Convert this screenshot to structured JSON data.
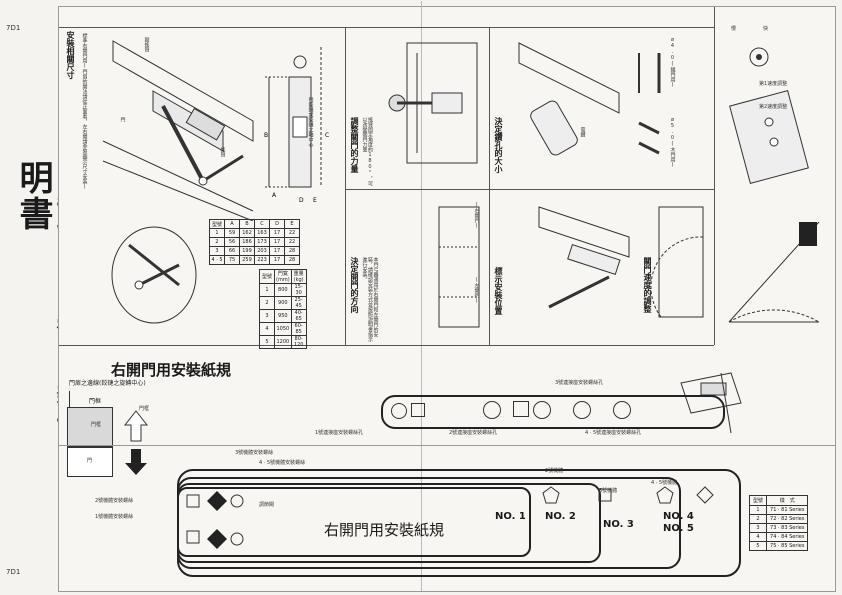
{
  "page_code_top": "7D1",
  "page_code_bottom": "7D1",
  "main_title": "自動門弓器安裝說明書",
  "sections": {
    "install_size": "安裝相關尺寸",
    "install_size_note": "標準右開門用(門扇的開法請從正面看，左右開請參照圖示尺寸安裝)",
    "direction": "決定開門的方向",
    "direction_note": "本門弓器適用於右開門和左開門的安裝，請確認安裝方式並按照說明書指示進行安裝。",
    "power": "調整關門的力量",
    "power_note": "搖臂固定角度約180°，可以改變關門力量",
    "hole": "決定鑽孔的大小",
    "position": "標示安裝位置",
    "speed": "關門速度的調整"
  },
  "labels": {
    "arm": "副搖臂",
    "main_arm": "搖臂",
    "body": "本體",
    "door_frame": "門框",
    "door": "門",
    "hinge_center": "門鉸鏈或鉸鏈之軸中心",
    "adjust_arm": "調整搖臂",
    "drill": "電鑽",
    "bit_small": "ø4.0(鐵門用)",
    "bit_large": "ø5.0(木門用)",
    "speed1": "第1速度調整",
    "speed2": "第2速度調整",
    "latch": "關門",
    "slow": "慢",
    "fast": "快",
    "right_door": "(右開門)",
    "left_door": "(左開門)"
  },
  "spec_table": {
    "headers": [
      "型號",
      "A",
      "B",
      "C",
      "D",
      "E"
    ],
    "rows": [
      [
        "1",
        "59",
        "162",
        "163",
        "17",
        "22"
      ],
      [
        "2",
        "56",
        "186",
        "173",
        "17",
        "22"
      ],
      [
        "3",
        "66",
        "199",
        "203",
        "17",
        "28"
      ],
      [
        "4 · 5",
        "75",
        "259",
        "223",
        "17",
        "28"
      ]
    ]
  },
  "weight_table": {
    "headers": [
      "型號",
      "門寬(mm)",
      "重量(kg)"
    ],
    "rows": [
      [
        "1",
        "800",
        "15-30"
      ],
      [
        "2",
        "900",
        "25-45"
      ],
      [
        "3",
        "950",
        "40-65"
      ],
      [
        "4",
        "1050",
        "60-85"
      ],
      [
        "5",
        "1200",
        "80-120"
      ]
    ]
  },
  "template": {
    "heading": "右開門用安裝紙規",
    "hinge_center_line": "門扉之邊線(鉸鏈之旋轉中心)",
    "frame": "門框",
    "door_frame_label": "門框",
    "door": "門",
    "bracket_3": "3號連接座安裝螺絲孔",
    "bracket_1": "1號連接座安裝螺絲孔",
    "bracket_2": "2號連接座安裝螺絲孔",
    "bracket_45": "4 · 5號連接座安裝螺絲孔",
    "body_3": "3號機體安裝螺絲",
    "body_45": "4 · 5號機體安裝螺絲",
    "body_2": "2號機體安裝螺絲",
    "body_1": "1號機體安裝螺絲",
    "adjust_valve": "調節閥",
    "big_label": "右開門用安裝紙規",
    "no1": "NO. 1",
    "no2": "NO. 2",
    "no3": "NO. 3",
    "no45a": "NO. 4",
    "no45b": "NO. 5",
    "body2_small": "2號機體",
    "body3_small": "3號機體",
    "body45_small": "4 · 5號機體"
  },
  "model_table": {
    "headers": [
      "型號",
      "樣　式"
    ],
    "rows": [
      [
        "1",
        "71 · 81 Series"
      ],
      [
        "2",
        "72 · 82 Series"
      ],
      [
        "3",
        "73 · 83 Series"
      ],
      [
        "4",
        "74 · 84 Series"
      ],
      [
        "5",
        "75 · 85 Series"
      ]
    ]
  }
}
